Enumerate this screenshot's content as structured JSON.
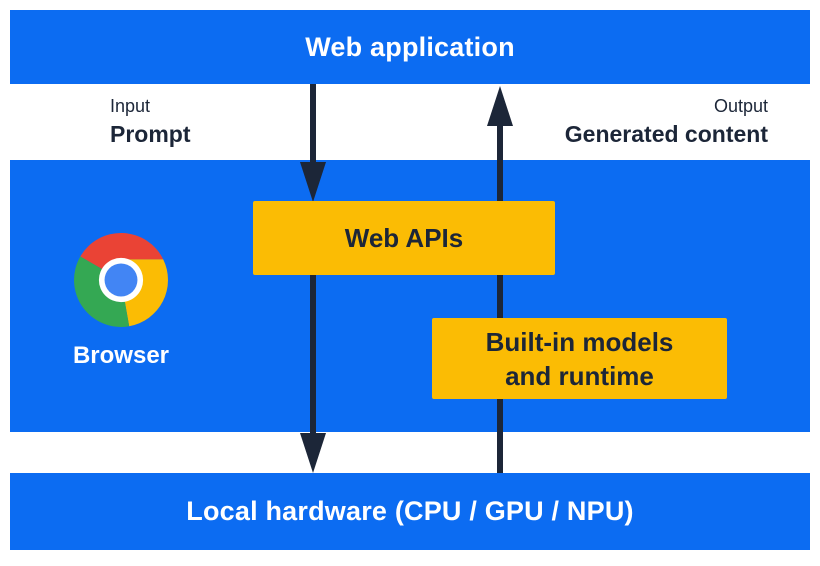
{
  "colors": {
    "band_blue": "#0C6CF2",
    "box_yellow": "#FBBC04",
    "ink_navy": "#1C2638",
    "text_white": "#FFFFFF",
    "chrome_red": "#EA4335",
    "chrome_yellow": "#FBBC04",
    "chrome_green": "#34A853",
    "chrome_blue": "#4285F4",
    "chrome_ring": "#FFFFFF"
  },
  "bands": {
    "top": {
      "label": "Web application"
    },
    "bottom": {
      "label": "Local hardware (CPU / GPU / NPU)"
    }
  },
  "flows": {
    "input": {
      "caption": "Input",
      "label": "Prompt"
    },
    "output": {
      "caption": "Output",
      "label": "Generated content"
    }
  },
  "browser": {
    "label": "Browser",
    "icon": "chrome-icon"
  },
  "boxes": {
    "web_apis": {
      "label": "Web APIs"
    },
    "builtin": {
      "line1": "Built-in models",
      "line2": "and runtime"
    }
  }
}
